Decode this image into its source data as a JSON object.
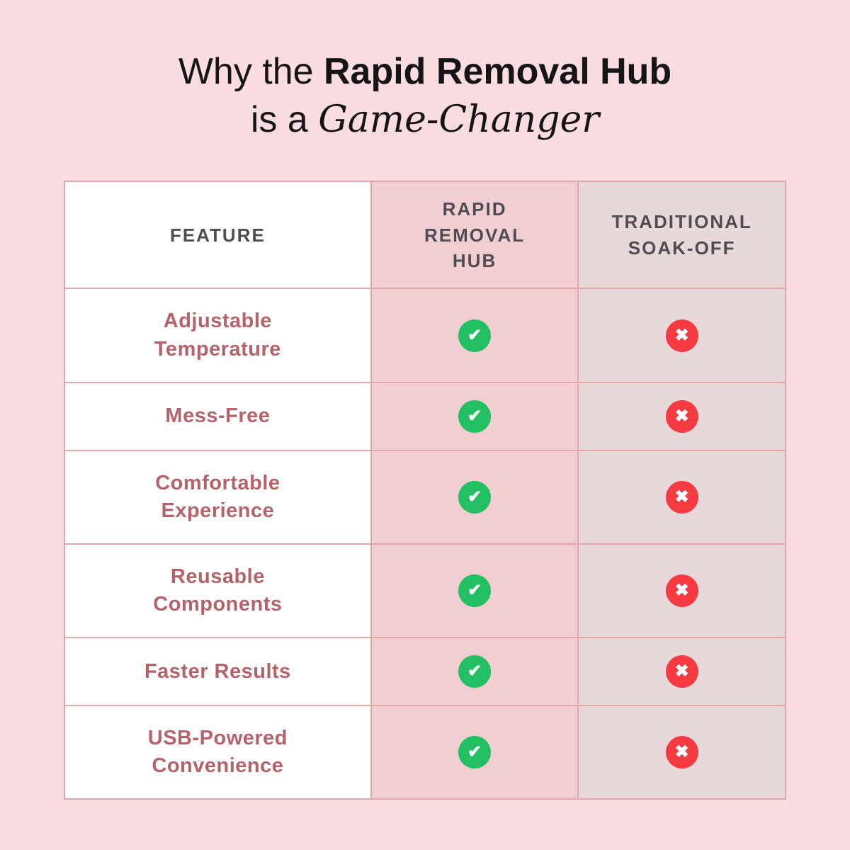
{
  "page": {
    "background_color": "#fbdce0"
  },
  "title": {
    "line1_regular": "Why the ",
    "line1_bold": "Rapid Removal Hub",
    "line2_regular": "is a ",
    "line2_italic": "Game-Changer"
  },
  "table": {
    "border_color": "#e2a6a8",
    "columns": [
      {
        "id": "feature",
        "label": "FEATURE",
        "bg": "#ffffff"
      },
      {
        "id": "rapid_removal_hub",
        "label": "RAPID\nREMOVAL\nHUB",
        "bg": "#f0ced2"
      },
      {
        "id": "traditional_soak_off",
        "label": "TRADITIONAL\nSOAK-OFF",
        "bg": "#e9d8da"
      }
    ],
    "rows": [
      {
        "feature": "Adjustable\nTemperature",
        "rapid_removal_hub": true,
        "traditional_soak_off": false
      },
      {
        "feature": "Mess-Free",
        "rapid_removal_hub": true,
        "traditional_soak_off": false
      },
      {
        "feature": "Comfortable\nExperience",
        "rapid_removal_hub": true,
        "traditional_soak_off": false
      },
      {
        "feature": "Reusable\nComponents",
        "rapid_removal_hub": true,
        "traditional_soak_off": false
      },
      {
        "feature": "Faster Results",
        "rapid_removal_hub": true,
        "traditional_soak_off": false
      },
      {
        "feature": "USB-Powered\nConvenience",
        "rapid_removal_hub": true,
        "traditional_soak_off": false
      }
    ]
  },
  "icons": {
    "check": {
      "name": "check-circle-icon",
      "glyph": "✔",
      "color": "#23c063"
    },
    "cross": {
      "name": "cross-circle-icon",
      "glyph": "✖",
      "color": "#f53b41"
    }
  },
  "chart_data": {
    "type": "table",
    "title": "Why the Rapid Removal Hub is a Game-Changer",
    "columns": [
      "FEATURE",
      "RAPID REMOVAL HUB",
      "TRADITIONAL SOAK-OFF"
    ],
    "rows": [
      [
        "Adjustable Temperature",
        "yes",
        "no"
      ],
      [
        "Mess-Free",
        "yes",
        "no"
      ],
      [
        "Comfortable Experience",
        "yes",
        "no"
      ],
      [
        "Reusable Components",
        "yes",
        "no"
      ],
      [
        "Faster Results",
        "yes",
        "no"
      ],
      [
        "USB-Powered Convenience",
        "yes",
        "no"
      ]
    ]
  }
}
